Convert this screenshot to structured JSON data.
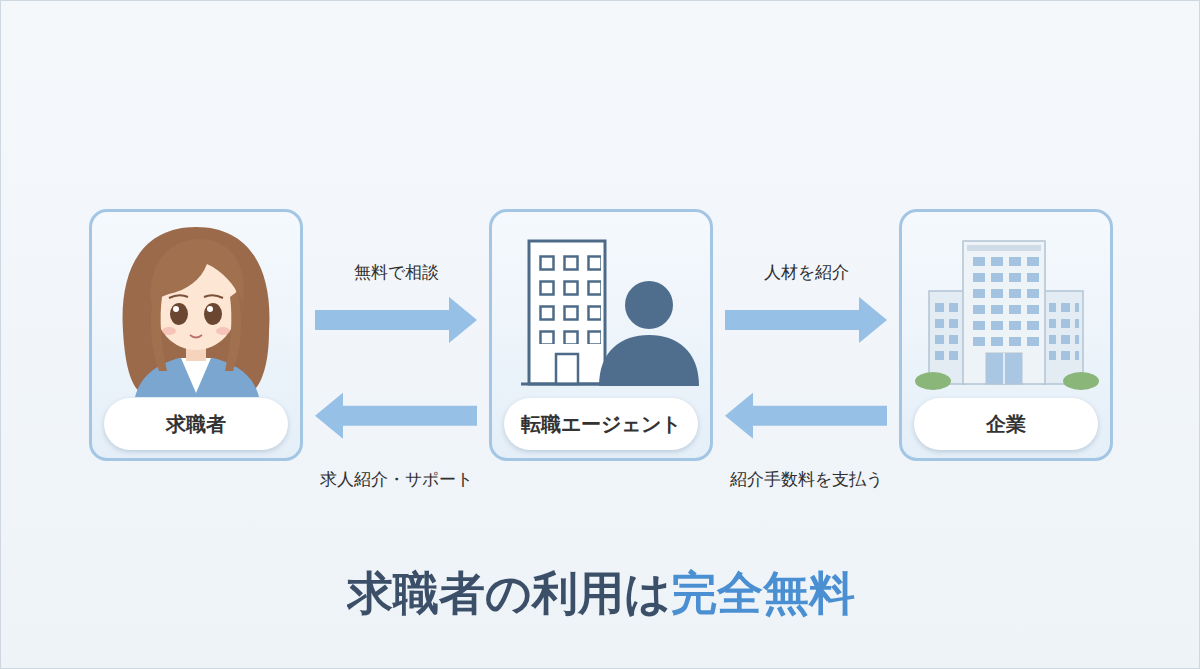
{
  "diagram": {
    "caption": "求職者の利用は完全無料",
    "nodes": [
      {
        "text": [
          "求職者"
        ]
      },
      {
        "text": [
          "転職エージェント"
        ]
      },
      {
        "text": [
          "企業"
        ]
      }
    ],
    "edges": [
      {
        "from": 0,
        "to": 1,
        "label": "無料で相談",
        "arrow": "to"
      },
      {
        "from": 1,
        "to": 0,
        "label": "求人紹介・サポート",
        "arrow": "to"
      },
      {
        "from": 1,
        "to": 2,
        "label": "人材を紹介",
        "arrow": "to"
      },
      {
        "from": 2,
        "to": 1,
        "label": "紹介手数料を支払う",
        "arrow": "to"
      }
    ]
  }
}
